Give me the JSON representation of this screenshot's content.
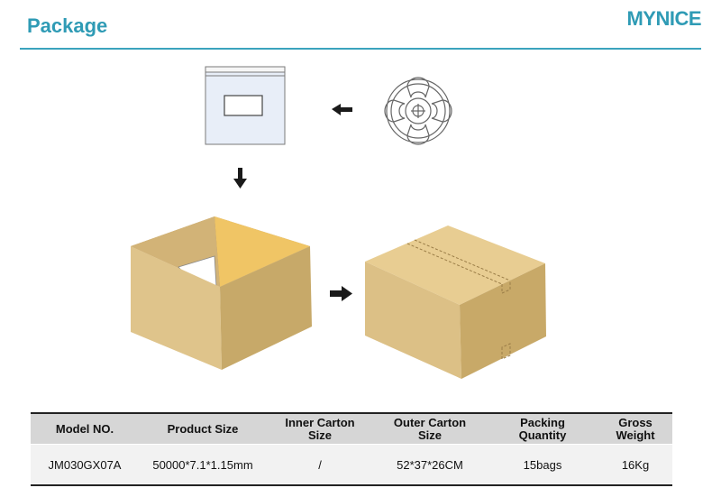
{
  "header": {
    "title": "Package",
    "brand": "MYNICE"
  },
  "colors": {
    "accent": "#2f9bb5",
    "table_header": "#d6d6d6",
    "table_body": "#f2f2f2",
    "carton": "#e4c98e"
  },
  "illustration": {
    "icons": [
      "anti-static-bag-icon",
      "tape-reel-icon",
      "arrow-left-icon",
      "arrow-down-icon",
      "arrow-right-icon",
      "open-carton-icon",
      "sealed-carton-icon"
    ]
  },
  "table": {
    "headers": [
      "Model NO.",
      "Product Size",
      "Inner Carton\nSize",
      "Outer Carton\nSize",
      "Packing\nQuantity",
      "Gross Weight"
    ],
    "rows": [
      [
        "JM030GX07A",
        "50000*7.1*1.15mm",
        "/",
        "52*37*26CM",
        "15bags",
        "16Kg"
      ]
    ]
  }
}
